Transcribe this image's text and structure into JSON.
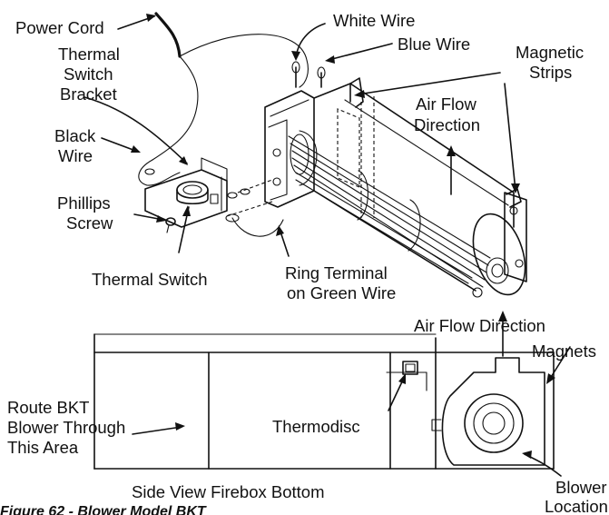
{
  "labels": {
    "power_cord": "Power Cord",
    "white_wire": "White Wire",
    "thermal_switch_bracket": [
      "Thermal",
      "Switch",
      "Bracket"
    ],
    "blue_wire": "Blue Wire",
    "magnetic_strips": [
      "Magnetic",
      "Strips"
    ],
    "air_flow_direction_top": [
      "Air Flow",
      "Direction"
    ],
    "black_wire": [
      "Black",
      "Wire"
    ],
    "phillips_screw": [
      "Phillips",
      "Screw"
    ],
    "thermal_switch": "Thermal Switch",
    "ring_terminal": [
      "Ring Terminal",
      "on Green Wire"
    ],
    "air_flow_direction_bottom": "Air Flow Direction",
    "magnets": "Magnets",
    "route_bkt": [
      "Route BKT",
      "Blower Through",
      "This Area"
    ],
    "thermodisc": "Thermodisc",
    "side_view": "Side View Firebox Bottom",
    "blower_location": [
      "Blower",
      "Location"
    ],
    "caption_visible": "Figure 62 - Blower Model BKT"
  }
}
